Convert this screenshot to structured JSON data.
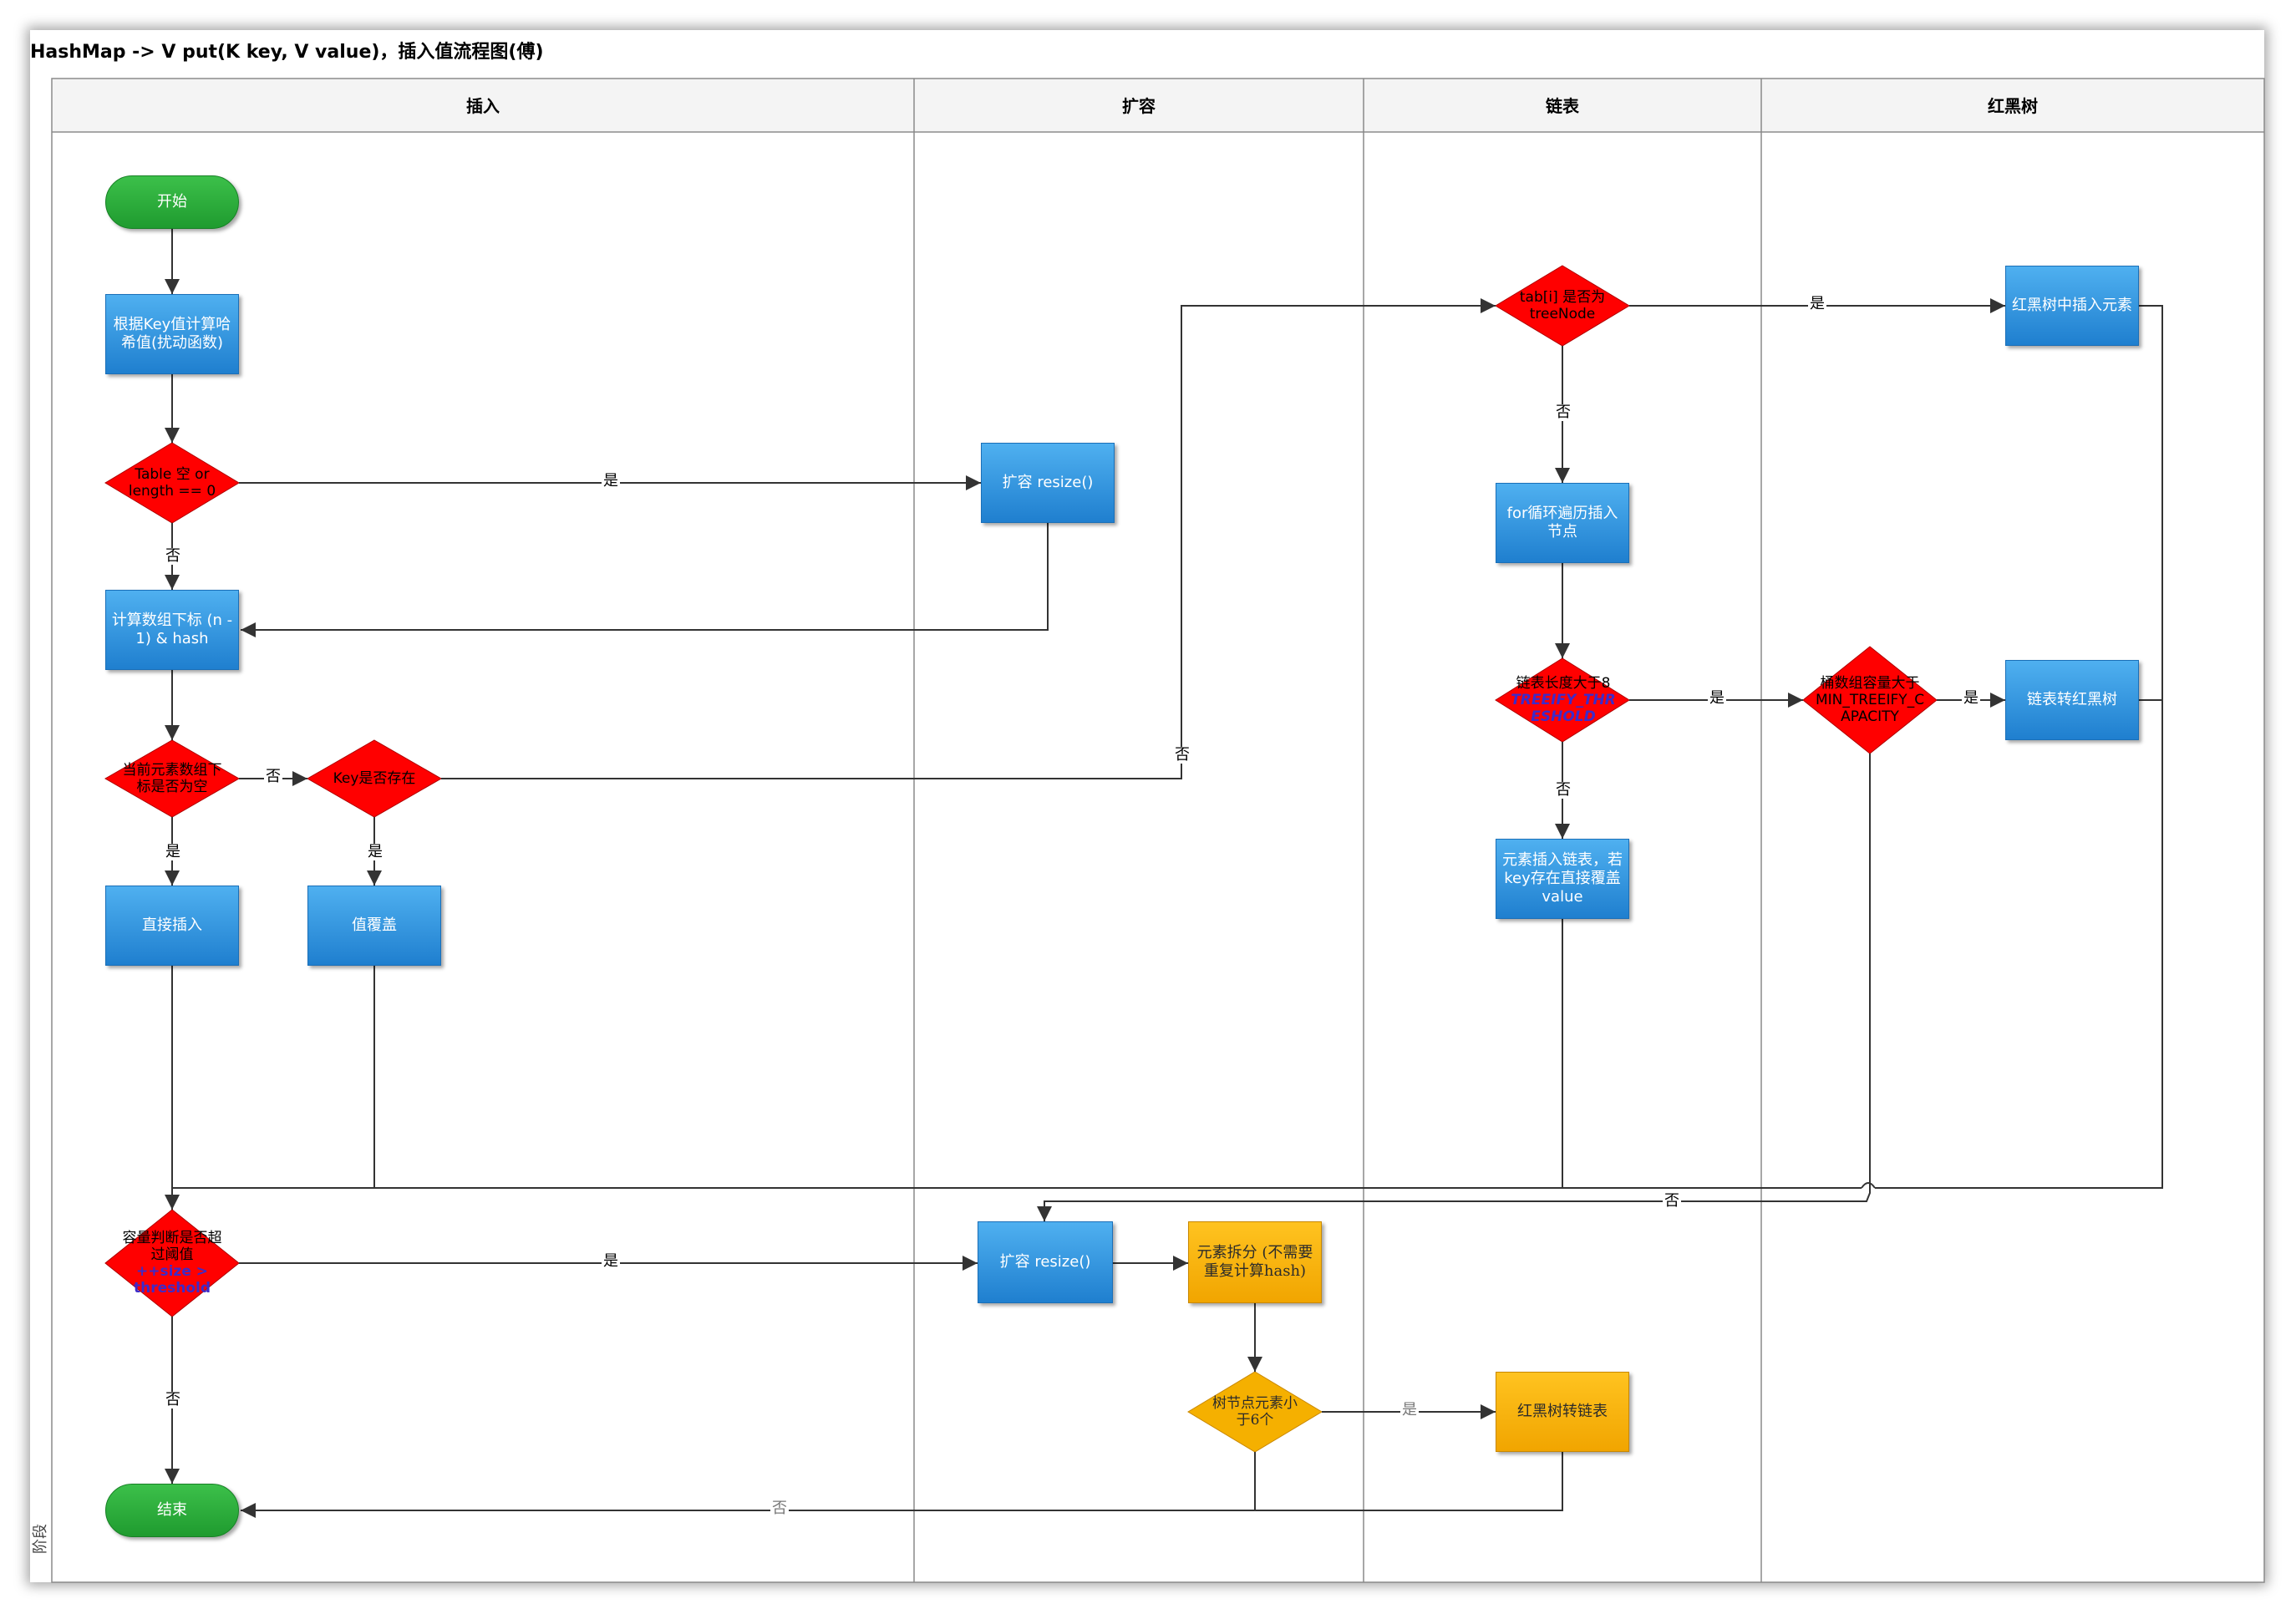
{
  "title": "HashMap -> V put(K key, V value)，插入值流程图(傅)",
  "stage_label": "阶段",
  "lanes": [
    "插入",
    "扩容",
    "链表",
    "红黑树"
  ],
  "nodes": {
    "start": "开始",
    "calc_hash": "根据Key值计算哈希值(扰动函数)",
    "table_empty": "Table 空 or length == 0",
    "resize1": "扩容 resize()",
    "calc_index": "计算数组下标 (n - 1) & hash",
    "slot_empty": "当前元素数组下标是否为空",
    "key_exists": "Key是否存在",
    "direct_insert": "直接插入",
    "value_override": "值覆盖",
    "is_treenode": "tab[i] 是否为 treeNode",
    "rbt_insert": "红黑树中插入元素",
    "for_loop": "for循环遍历插入节点",
    "list_len_prefix": "链表长度大于8",
    "list_len_const": "TREEIFY_THRESHOLD",
    "list_insert": "元素插入链表，若key存在直接覆盖value",
    "bucket_cap_prefix": "桶数组容量大于",
    "bucket_cap_const": "MIN_TREEIFY_CAPACITY",
    "list_to_rbt": "链表转红黑树",
    "threshold_prefix": "容量判断是否超过阈值",
    "threshold_expr1": "++size >",
    "threshold_expr2": "threshold",
    "resize2": "扩容 resize()",
    "split": "元素拆分 (不需要重复计算hash)",
    "tree_small": "树节点元素小于6个",
    "rbt_to_list": "红黑树转链表",
    "end": "结束"
  },
  "edge_labels": {
    "yes": "是",
    "no": "否"
  },
  "colors": {
    "process": "#2a8ee0",
    "decision": "#ff0000",
    "terminal": "#1f9b2f",
    "orange": "#f5b000",
    "line": "#333333"
  }
}
